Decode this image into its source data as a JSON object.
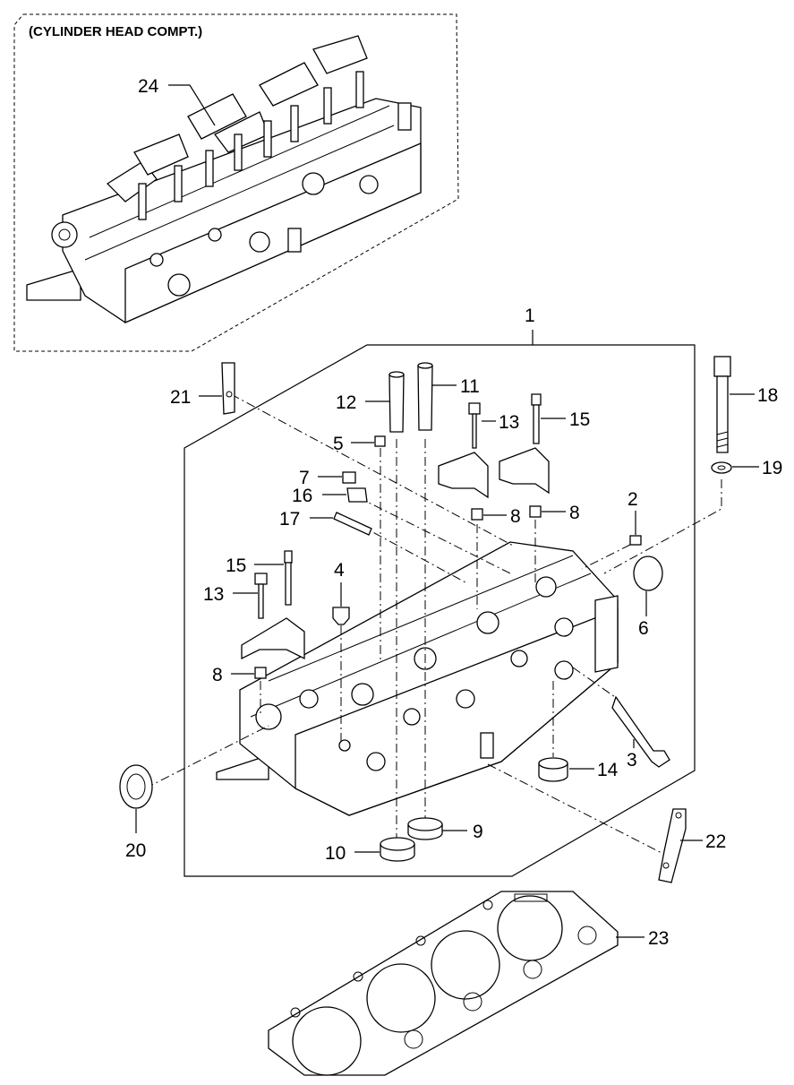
{
  "title": "(CYLINDER HEAD COMPT.)",
  "labels": {
    "p1": "1",
    "p2": "2",
    "p3": "3",
    "p4": "4",
    "p5": "5",
    "p6": "6",
    "p7": "7",
    "p8a": "8",
    "p8b": "8",
    "p8c": "8",
    "p9": "9",
    "p10": "10",
    "p11": "11",
    "p12": "12",
    "p13a": "13",
    "p13b": "13",
    "p14": "14",
    "p15a": "15",
    "p15b": "15",
    "p16": "16",
    "p17": "17",
    "p18": "18",
    "p19": "19",
    "p20": "20",
    "p21": "21",
    "p22": "22",
    "p23": "23",
    "p24": "24"
  }
}
